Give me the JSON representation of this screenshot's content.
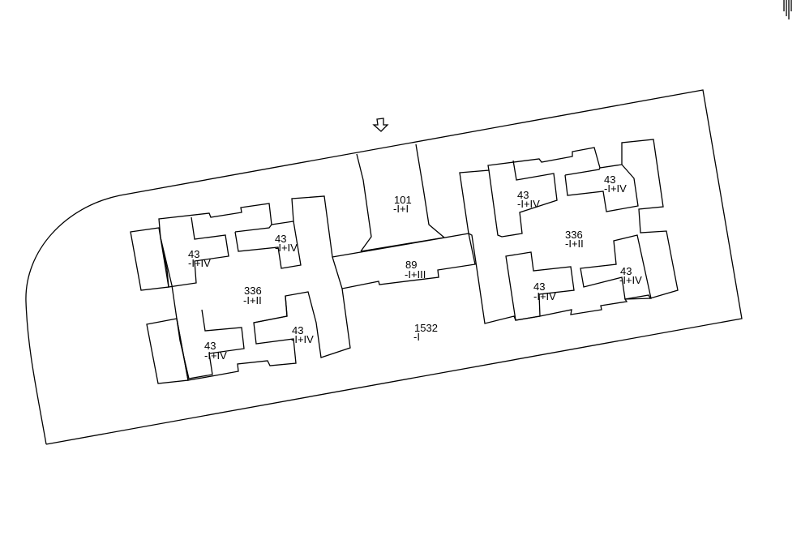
{
  "colors": {
    "lines": "#000000",
    "background": "#ffffff",
    "logo": "#cc2b2b"
  },
  "icons": {
    "north_arrow": "down-arrow-icon",
    "logo": "red-stripes-logo"
  },
  "labels": {
    "site": {
      "area": "1532",
      "floor": "-I"
    },
    "block_top": {
      "area": "101",
      "floor": "-I+I"
    },
    "corridor": {
      "area": "89",
      "floor": "-I+III"
    },
    "left_core": {
      "area": "336",
      "floor": "-I+II"
    },
    "left_tl": {
      "area": "43",
      "floor": "-I+IV"
    },
    "left_tr": {
      "area": "43",
      "floor": "-I+IV"
    },
    "left_bl": {
      "area": "43",
      "floor": "-I+IV"
    },
    "left_br": {
      "area": "43",
      "floor": "-I+IV"
    },
    "right_core": {
      "area": "336",
      "floor": "-I+II"
    },
    "right_tl": {
      "area": "43",
      "floor": "-I+IV"
    },
    "right_tr": {
      "area": "43",
      "floor": "-I+IV"
    },
    "right_bl": {
      "area": "43",
      "floor": "-I+IV"
    },
    "right_br": {
      "area": "43",
      "floor": "-I+IV"
    }
  }
}
